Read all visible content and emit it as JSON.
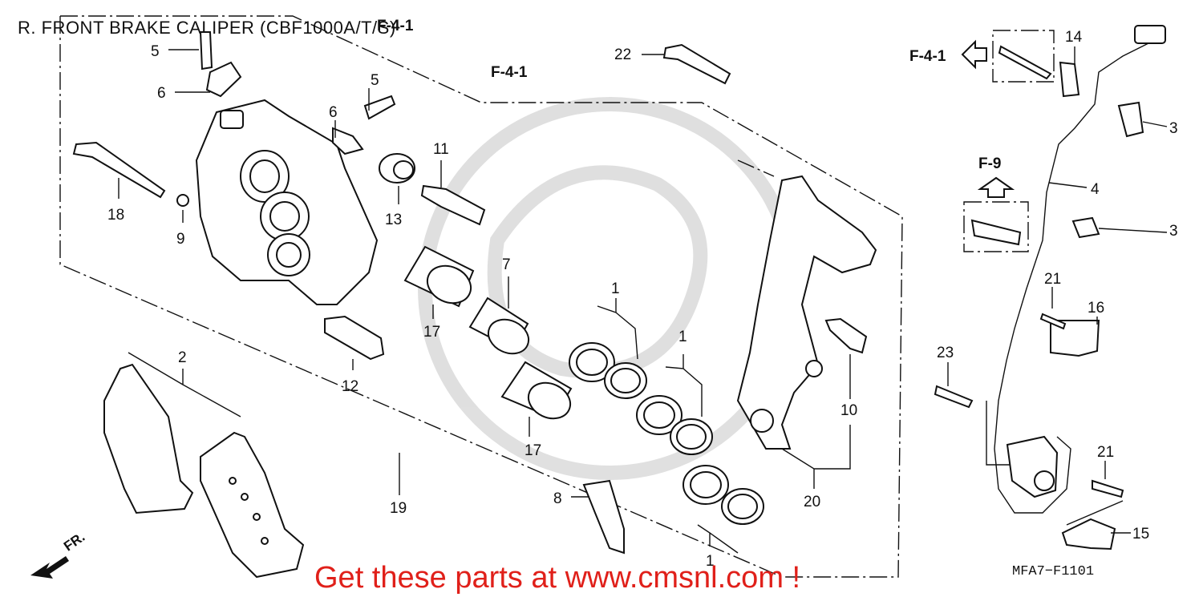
{
  "title": "R. FRONT BRAKE CALIPER (CBF1000A/T/S)",
  "watermark_text": "Get these parts at www.cmsnl.com !",
  "diagram_code": "MFA7−F1101",
  "direction_label": "FR.",
  "references": {
    "f41_top": "F-4-1",
    "f41_mid": "F-4-1",
    "f41_right": "F-4-1",
    "f9": "F-9"
  },
  "labels": {
    "p1a": "1",
    "p1b": "1",
    "p1c": "1",
    "p2": "2",
    "p3a": "3",
    "p3b": "3",
    "p4": "4",
    "p5a": "5",
    "p5b": "5",
    "p6a": "6",
    "p6b": "6",
    "p7": "7",
    "p8": "8",
    "p9": "9",
    "p10": "10",
    "p11": "11",
    "p12": "12",
    "p13": "13",
    "p14": "14",
    "p15": "15",
    "p16": "16",
    "p17a": "17",
    "p17b": "17",
    "p18": "18",
    "p19": "19",
    "p20": "20",
    "p21a": "21",
    "p21b": "21",
    "p22": "22",
    "p23": "23"
  },
  "colors": {
    "line": "#111111",
    "watermark": "#e0201a",
    "background": "#ffffff"
  }
}
